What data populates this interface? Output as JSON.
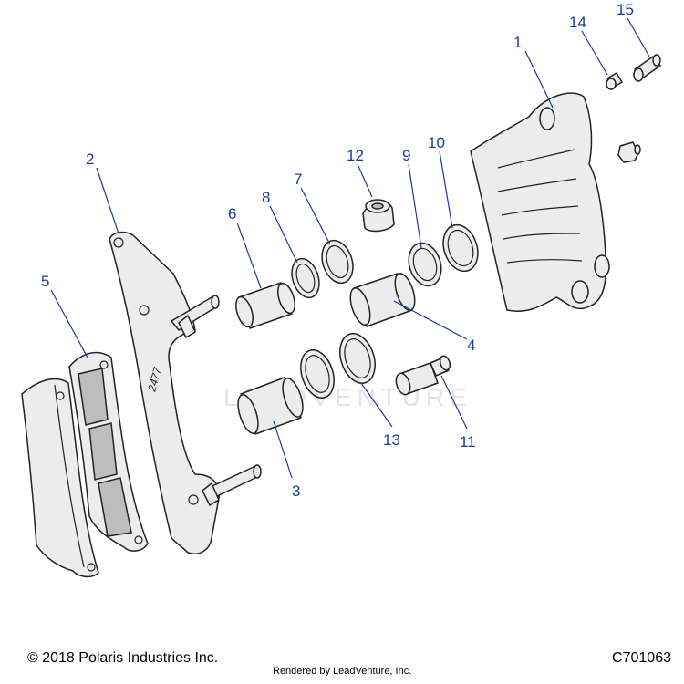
{
  "callouts": {
    "c1": "1",
    "c2": "2",
    "c3": "3",
    "c4": "4",
    "c5": "5",
    "c6": "6",
    "c7": "7",
    "c8": "8",
    "c9": "9",
    "c10": "10",
    "c11": "11",
    "c12": "12",
    "c13": "13",
    "c14": "14",
    "c15": "15"
  },
  "bracket_stamp": "2477",
  "watermark": "LEADVENTURE",
  "footer": {
    "copyright": "© 2018 Polaris Industries Inc.",
    "rendered_by": "Rendered by LeadVenture, Inc.",
    "diagram_code": "C701063"
  },
  "colors": {
    "callout": "#1a3aa0",
    "part_fill": "#ececec",
    "outline": "#222222"
  }
}
